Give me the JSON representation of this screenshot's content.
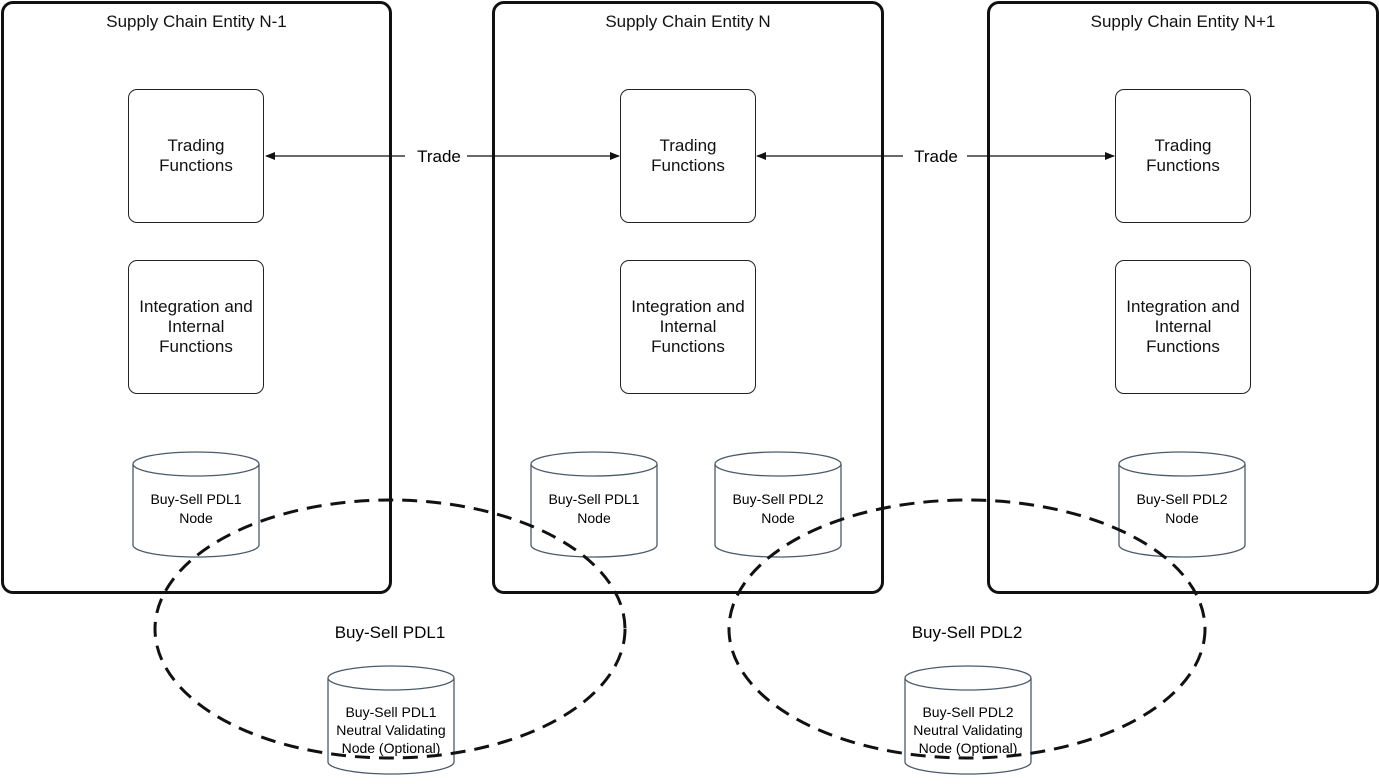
{
  "entities": [
    {
      "title": "Supply Chain Entity N-1",
      "trading": "Trading\nFunctions",
      "integration": "Integration and\nInternal\nFunctions"
    },
    {
      "title": "Supply Chain Entity N",
      "trading": "Trading\nFunctions",
      "integration": "Integration and\nInternal\nFunctions"
    },
    {
      "title": "Supply Chain Entity N+1",
      "trading": "Trading\nFunctions",
      "integration": "Integration and\nInternal\nFunctions"
    }
  ],
  "trade_labels": [
    "Trade",
    "Trade"
  ],
  "nodes": [
    {
      "line1": "Buy-Sell PDL1",
      "line2": "Node"
    },
    {
      "line1": "Buy-Sell PDL1",
      "line2": "Node"
    },
    {
      "line1": "Buy-Sell PDL2",
      "line2": "Node"
    },
    {
      "line1": "Buy-Sell PDL2",
      "line2": "Node"
    }
  ],
  "networks": [
    {
      "label": "Buy-Sell PDL1",
      "validator": {
        "line1": "Buy-Sell PDL1",
        "line2": "Neutral Validating",
        "line3": "Node (Optional)"
      }
    },
    {
      "label": "Buy-Sell PDL2",
      "validator": {
        "line1": "Buy-Sell PDL2",
        "line2": "Neutral Validating",
        "line3": "Node (Optional)"
      }
    }
  ],
  "colors": {
    "stroke": "#111111",
    "cylinder_stroke": "#4a5a6a"
  }
}
